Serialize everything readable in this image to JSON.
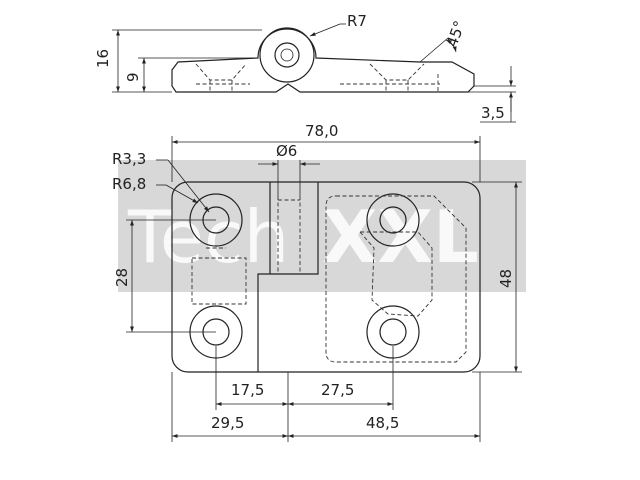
{
  "watermark": {
    "brand_left": "Tech",
    "brand_right": "XXL"
  },
  "side_view": {
    "radius_label": "R7",
    "overall_height": "16",
    "leaf_height": "9",
    "angle": "45°",
    "offset": "3,5"
  },
  "top_view": {
    "overall_width": "78,0",
    "pin_diameter": "Ø6",
    "hole_radius_small": "R3,3",
    "hole_radius_large": "R6,8",
    "hole_spacing_vertical": "28",
    "overall_height": "48",
    "left_hole_offset": "17,5",
    "right_hole_offset": "27,5",
    "left_leaf_width": "29,5",
    "right_leaf_width": "48,5"
  }
}
